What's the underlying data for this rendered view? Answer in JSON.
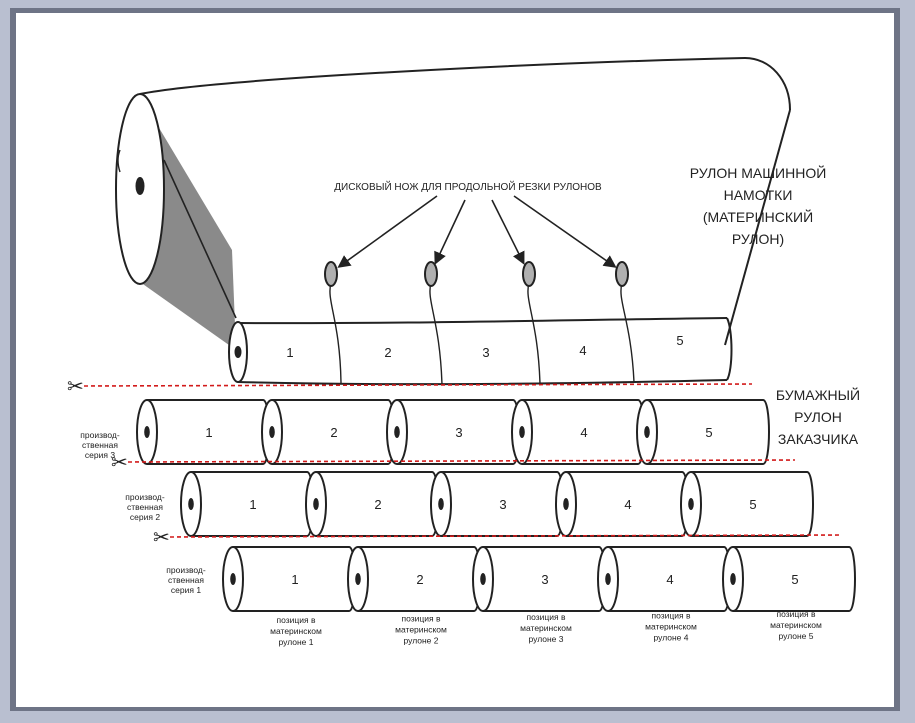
{
  "labels": {
    "mother_roll": [
      "РУЛОН МАШИННОЙ",
      "НАМОТКИ",
      "(МАТЕРИНСКИЙ",
      "РУЛОН)"
    ],
    "knife": "ДИСКОВЫЙ НОЖ ДЛЯ ПРОДОЛЬНОЙ РЕЗКИ РУЛОНОВ",
    "customer_roll": [
      "БУМАЖНЫЙ",
      "РУЛОН",
      "ЗАКАЗЧИКА"
    ]
  },
  "strip_numbers": [
    "1",
    "2",
    "3",
    "4",
    "5"
  ],
  "series": [
    {
      "label": [
        "производ-",
        "ственная",
        "серия 3"
      ],
      "rolls": [
        "1",
        "2",
        "3",
        "4",
        "5"
      ]
    },
    {
      "label": [
        "производ-",
        "ственная",
        "серия 2"
      ],
      "rolls": [
        "1",
        "2",
        "3",
        "4",
        "5"
      ]
    },
    {
      "label": [
        "производ-",
        "ственная",
        "серия 1"
      ],
      "rolls": [
        "1",
        "2",
        "3",
        "4",
        "5"
      ]
    }
  ],
  "positions": [
    [
      "позиция в",
      "материнском",
      "рулоне 1"
    ],
    [
      "позиция в",
      "материнском",
      "рулоне 2"
    ],
    [
      "позиция в",
      "материнском",
      "рулоне 3"
    ],
    [
      "позиция в",
      "материнском",
      "рулоне 4"
    ],
    [
      "позиция в",
      "материнском",
      "рулоне 5"
    ]
  ],
  "colors": {
    "cut_line": "#d21a1a",
    "ink": "#222222",
    "shade": "#8a8a8a"
  }
}
